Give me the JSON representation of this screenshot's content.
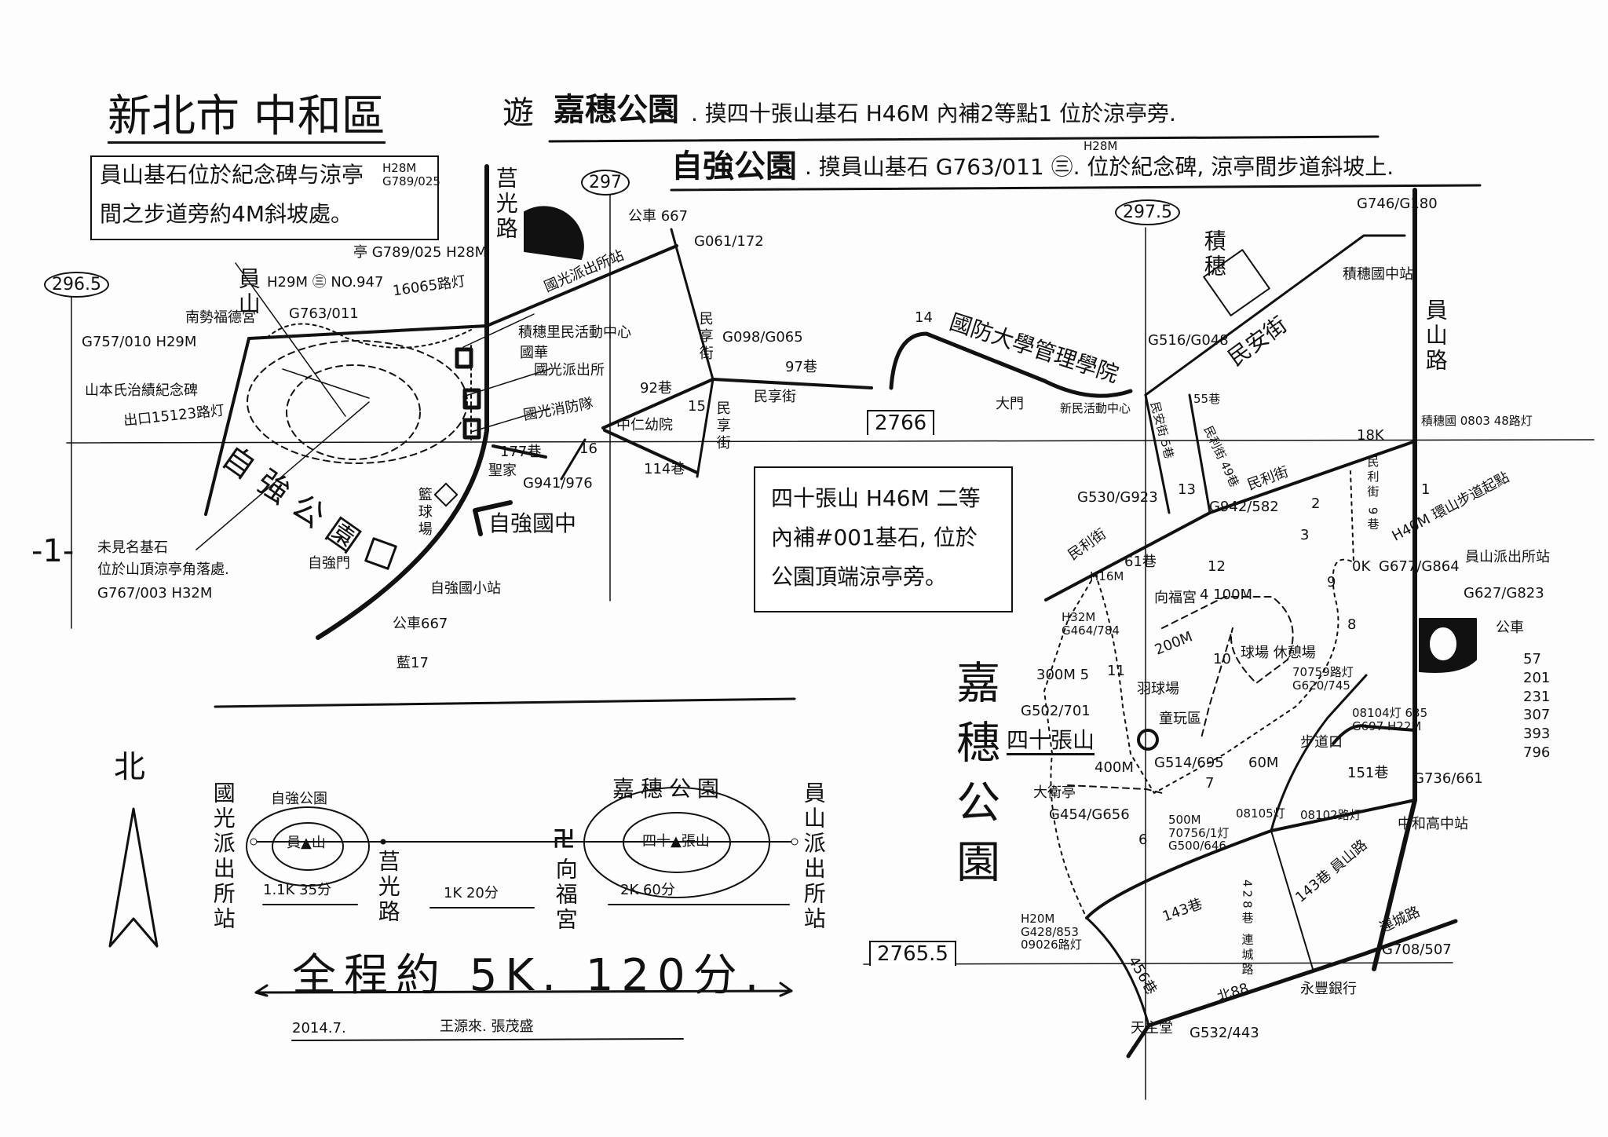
{
  "header": {
    "district": "新北市 中和區",
    "visit": "遊",
    "jiasui_park": "嘉穗公園",
    "jiasui_desc": ". 摸四十張山基石 H46M 內補2等點1 位於涼亭旁.",
    "ziqiang_park": "自強公園",
    "ziqiang_desc": ". 摸員山基石 G763/011 ㊂. 位於紀念碑, 涼亭間步道斜坡上.",
    "ziqiang_height": "H28M"
  },
  "note_left": {
    "line1": "員山基石位於紀念碑与涼亭",
    "line2": "間之步道旁約4M斜坡處。",
    "code": "H28M G789/025"
  },
  "note_right": {
    "line1": "四十張山 H46M 二等",
    "line2": "內補#001基石, 位於",
    "line3": "公園頂端涼亭旁。"
  },
  "grid": {
    "x1": "296.5",
    "x2": "297",
    "x3": "297.5",
    "y1": "2766",
    "y2": "2765.5"
  },
  "page_number": "-1-",
  "north": "北",
  "left_map": {
    "juguang_rd": "莒光路",
    "bus_667_top": "公車 667",
    "g061": "G061/172",
    "guoguang_stop": "國光派出所站",
    "minxiang_st_1": "民享街",
    "g098": "G098/G065",
    "lane_97": "97巷",
    "minxiang_st_2": "民享街",
    "minxiang_st_3": "民享街",
    "lane_92": "92巷",
    "n15": "15",
    "zhongren": "中仁幼院",
    "lane_114": "114巷",
    "n16": "16",
    "fire_station": "國光消防隊",
    "police": "國光派出所",
    "activity_center": "積穗里民活動中心",
    "guohua": "國華",
    "lane_177": "177巷",
    "shengjia": "聖家",
    "g941": "G941/976",
    "ziqiang_jhs": "自強國中",
    "basketball": "籃球場",
    "park_label": "自強公園",
    "ziqiang_es_stop": "自強國小站",
    "bus_667": "公車667",
    "blue_17": "藍17",
    "ziqiang_gate": "自強門",
    "unknown_stone_1": "未見名基石",
    "unknown_stone_2": "位於山頂涼亭角落處.",
    "unknown_stone_3": "G767/003 H32M",
    "exit_lamp": "出口15123路灯",
    "monument": "山本氏治績紀念碑",
    "g757": "G757/010 H29M",
    "nanshi_temple": "南勢福德宮",
    "yuanshan": "員山",
    "h29": "H29M ㊂ NO.947",
    "g763": "G763/011",
    "pavilion": "亭 G789/025 H28M",
    "lamp_16065": "16065路灯"
  },
  "right_map": {
    "ndu": "國防大學管理學院",
    "n14": "14",
    "main_gate": "大門",
    "xinmin_center": "新民活動中心",
    "minan_st": "民安街",
    "g516": "G516/G048",
    "jisui_school": "積穗",
    "g746": "G746/G180",
    "jisui_jhs_stop": "積穗國中站",
    "yuanshan_rd": "員山路",
    "jisui_lamp": "積穗國 0803 48路灯",
    "k18": "18K",
    "minli_9": "民利街 9巷",
    "minli_st": "民利街",
    "g942": "G942/582",
    "minli_49": "民利街 49巷",
    "minan_5": "民安街 5巷",
    "lane_55": "55巷",
    "n13": "13",
    "g530": "G530/G923",
    "minli_st_2": "民利街",
    "h16": "H16M",
    "lane_61": "61巷",
    "n12": "12",
    "xiangfu": "向福宮",
    "g464": "H32M G464/784",
    "m300": "300M 5",
    "g502": "G502/701",
    "sishizhang": "四十張山",
    "m200": "200M",
    "m100": "4 100M",
    "n11": "11",
    "badminton": "羽球場",
    "playground": "童玩區",
    "g514": "G514/695",
    "m400": "400M",
    "dawei": "大衛亭",
    "g454": "G454/G656",
    "n6": "6",
    "m500": "500M 70756/1灯 G500/646",
    "n7": "7",
    "m60": "60M",
    "trail_entry": "步道口",
    "n10": "10",
    "courts": "球場 休憩場",
    "lamp_70759": "70759路灯 G620/745",
    "n2": "2",
    "n3": "3",
    "n9": "9",
    "n8": "8",
    "n1": "1",
    "k0": "0K",
    "trail_start": "H40M 環山步道起點",
    "g677": "G677/G864",
    "yuanshan_police_stop": "員山派出所站",
    "g627": "G627/G823",
    "bus": "公車",
    "lamp_08104": "08104灯 635 G697 H22M",
    "lane_151": "151巷",
    "g736": "G736/661",
    "zhonghe_hs_stop": "中和高中站",
    "lamp_08105": "08105灯",
    "lamp_08102": "08102路灯",
    "lane_143_yuanshan": "143巷 員山路",
    "lane_143": "143巷",
    "lane_428": "428巷 連城路",
    "g428": "H20M G428/853 09026路灯",
    "lane_456": "456巷",
    "liancheng_rd": "連城路",
    "g708": "G708/507",
    "yongfeng": "永豐銀行",
    "bei88": "北88",
    "church": "天主堂",
    "g532": "G532/443",
    "park_label": "嘉穗公園"
  },
  "bus_routes": [
    "57",
    "201",
    "231",
    "307",
    "393",
    "796"
  ],
  "route": {
    "start": "國光派出所站",
    "park1": "自強公園",
    "peak1": "員▲山",
    "seg1": "1.1K 35分",
    "juguang": "莒光路",
    "seg2": "1K 20分",
    "temple_symbol": "卍",
    "temple": "向福宮",
    "park2": "嘉穗公園",
    "peak2": "四十▲張山",
    "seg3": "2K 60分",
    "end": "員山派出所站",
    "total": "全程約 5K. 120分.",
    "date": "2014.7.",
    "authors": "王源來. 張茂盛"
  }
}
